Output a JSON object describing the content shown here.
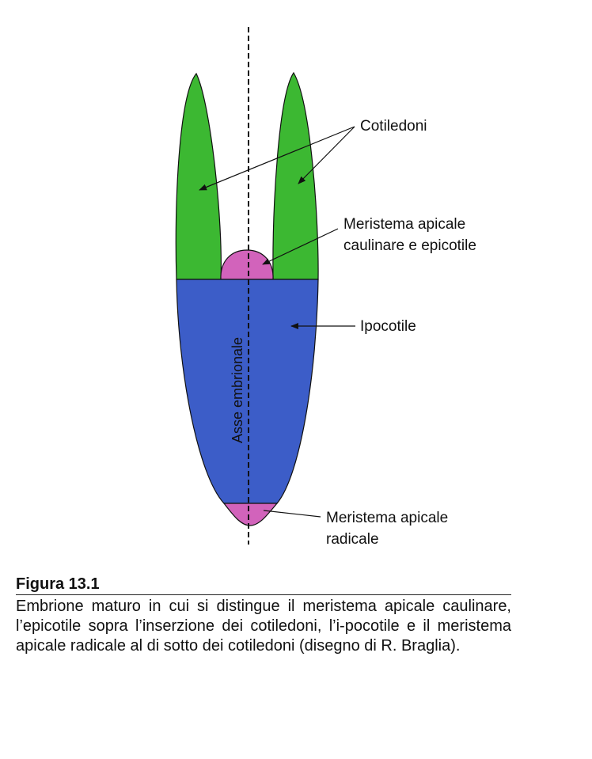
{
  "figure": {
    "labels": {
      "cotiledoni": "Cotiledoni",
      "meristema_caulinare_1": "Meristema apicale",
      "meristema_caulinare_2": "caulinare e epicotile",
      "ipocotile": "Ipocotile",
      "meristema_radicale_1": "Meristema apicale",
      "meristema_radicale_2": "radicale",
      "asse": "Asse embrionale"
    },
    "colors": {
      "cotyledon": "#3cb832",
      "hypocotyl": "#3c5dc8",
      "meristem": "#d263bb",
      "line": "#111111"
    }
  },
  "caption": {
    "title": "Figura 13.1",
    "text": "Embrione maturo in cui si distingue il meristema apicale caulinare, l’epicotile sopra l’inserzione dei cotiledoni, l’i-pocotile e il meristema apicale radicale al di sotto dei cotiledoni (disegno di R. Braglia)."
  }
}
